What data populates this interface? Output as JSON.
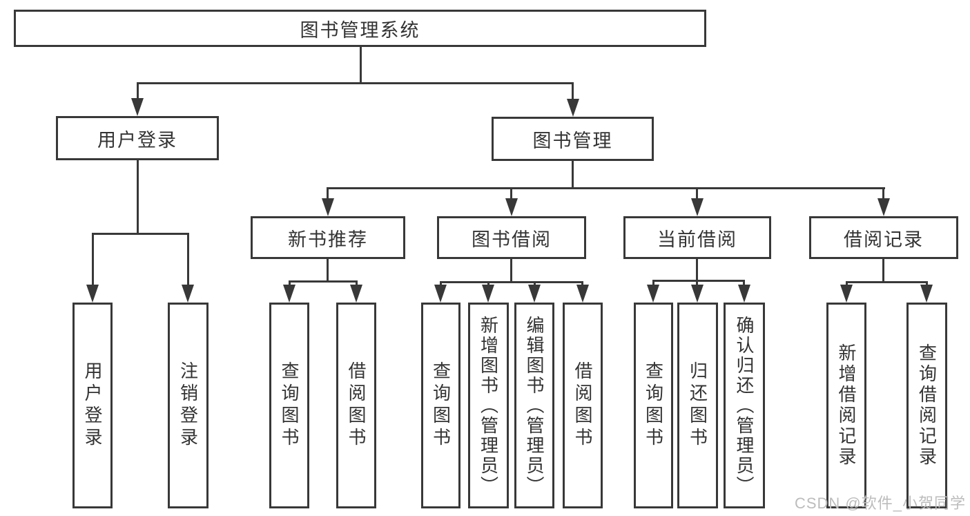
{
  "colors": {
    "line": "#383838",
    "text": "#333333",
    "watermark": "#bcbcbc",
    "background": "#ffffff"
  },
  "watermark": "CSDN @软件_小贺同学",
  "tree": {
    "label": "图书管理系统",
    "children": [
      {
        "label": "用户登录",
        "children": [
          {
            "label": "用户登录"
          },
          {
            "label": "注销登录"
          }
        ]
      },
      {
        "label": "图书管理",
        "children": [
          {
            "label": "新书推荐",
            "children": [
              {
                "label": "查询图书"
              },
              {
                "label": "借阅图书"
              }
            ]
          },
          {
            "label": "图书借阅",
            "children": [
              {
                "label": "查询图书"
              },
              {
                "label": "新增图书（管理员）"
              },
              {
                "label": "编辑图书（管理员）"
              },
              {
                "label": "借阅图书"
              }
            ]
          },
          {
            "label": "当前借阅",
            "children": [
              {
                "label": "查询图书"
              },
              {
                "label": "归还图书"
              },
              {
                "label": "确认归还（管理员）"
              }
            ]
          },
          {
            "label": "借阅记录",
            "children": [
              {
                "label": "新增借阅记录"
              },
              {
                "label": "查询借阅记录"
              }
            ]
          }
        ]
      }
    ]
  }
}
